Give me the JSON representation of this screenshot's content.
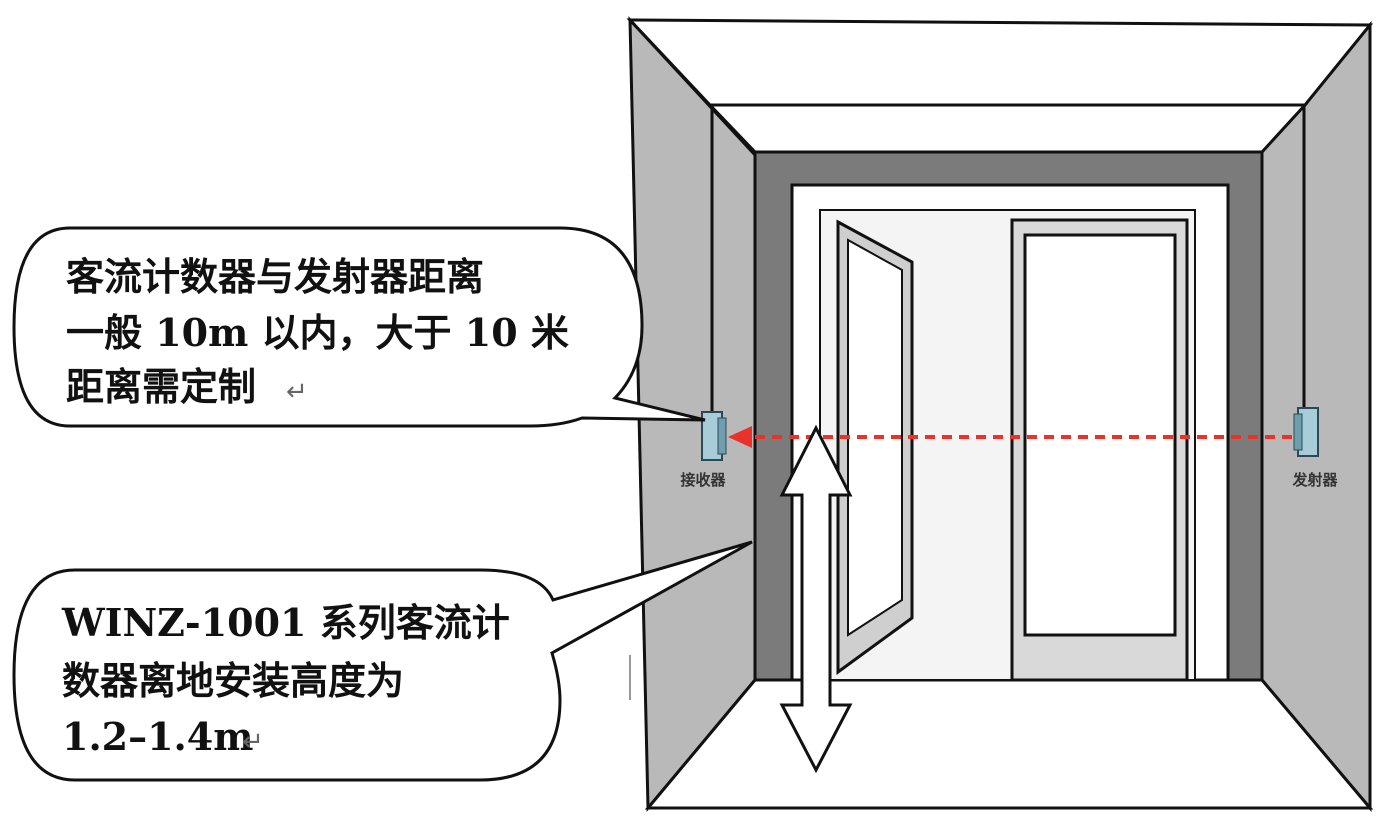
{
  "receiver_label": "接收器",
  "emitter_label": "发射器",
  "callout_top": {
    "lines": [
      "客流计数器与发射器距离",
      "一般 10m 以内，大于 10 米",
      "距离需定制"
    ],
    "para_mark": "↵"
  },
  "callout_bottom": {
    "lines": [
      "WINZ-1001 系列客流计",
      "数器离地安装高度为",
      "1.2–1.4m"
    ],
    "para_mark": "↵"
  },
  "colors": {
    "wall_gray": "#b9b9b9",
    "frame_dark": "#7b7b7b",
    "beam_red": "#e8322a",
    "device_blue": "#a8cdd8",
    "outline": "#111111"
  }
}
